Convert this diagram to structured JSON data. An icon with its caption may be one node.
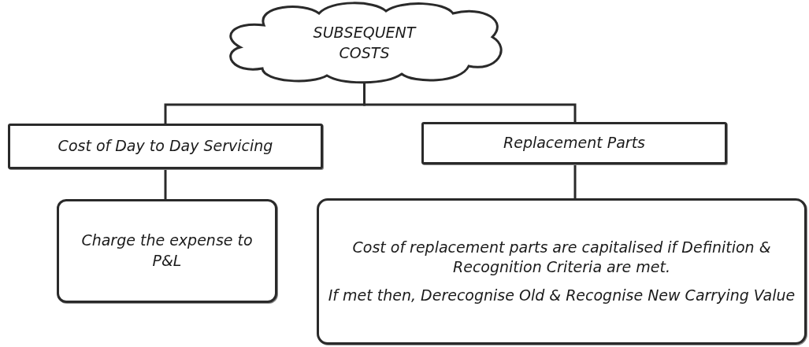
{
  "diagram": {
    "nodes": [
      {
        "text": [
          "SUBSEQUENT COSTS"
        ]
      },
      {
        "text": [
          "Cost of Day to Day Servicing"
        ]
      },
      {
        "text": [
          "Replacement Parts"
        ]
      },
      {
        "text": [
          "Charge the expense to P&L"
        ]
      },
      {
        "text": [
          "Cost of replacement parts are capitalised if Definition & Recognition Criteria are met.",
          "If met then, Derecognise Old & Recognise New Carrying Value"
        ]
      }
    ],
    "edges": [
      {
        "from": 0,
        "to": 1,
        "arrow": "none"
      },
      {
        "from": 0,
        "to": 2,
        "arrow": "none"
      },
      {
        "from": 1,
        "to": 3,
        "arrow": "none"
      },
      {
        "from": 2,
        "to": 4,
        "arrow": "none"
      }
    ]
  }
}
